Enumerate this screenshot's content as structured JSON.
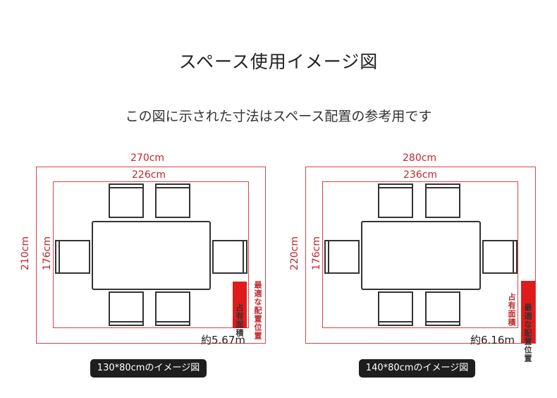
{
  "header": {
    "title": "スペース使用イメージ図",
    "subtitle": "この図に示された寸法はスペース配置の参考用です"
  },
  "diagrams": [
    {
      "outer_width": "270cm",
      "inner_width": "226cm",
      "outer_height": "210cm",
      "inner_height": "176cm",
      "area": "約5.67m",
      "side_label": "最適な配置位置",
      "badge_label": "占有面積",
      "caption": "130*80cmのイメージ図"
    },
    {
      "outer_width": "280cm",
      "inner_width": "236cm",
      "outer_height": "220cm",
      "inner_height": "176cm",
      "area": "約6.16m",
      "side_label": "最適な配置位置",
      "badge_label": "占有面積",
      "caption": "140*80cmのイメージ図"
    }
  ],
  "colors": {
    "accent": "#c0272d",
    "badge": "#e01b1b",
    "pill": "#1e1e1e"
  }
}
